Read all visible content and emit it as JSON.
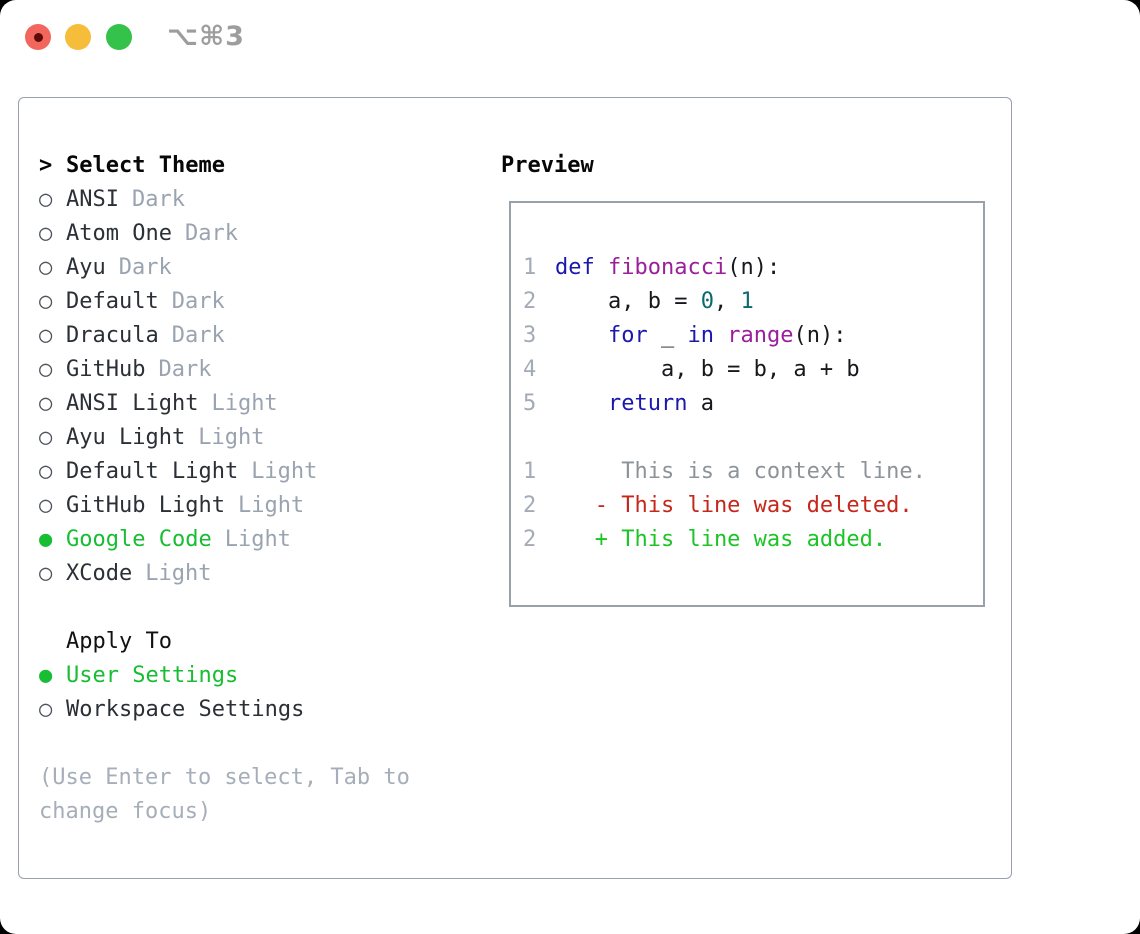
{
  "window": {
    "shortcut": "⌥⌘3"
  },
  "colors": {
    "selected_green": "#17bd32",
    "added_green": "#1cc426",
    "deleted_red": "#c5271b",
    "keyword_blue": "#1b18ae",
    "function_purple": "#9b1e9b",
    "literal_teal": "#0b6a6e",
    "muted_gray": "#9aa4b1",
    "border_gray": "#99a1ab",
    "traffic_red": "#f2665d",
    "traffic_yellow": "#f5bd39",
    "traffic_green": "#35c24b"
  },
  "theme_panel": {
    "title_prefix": ">",
    "title": "Select Theme",
    "items": [
      {
        "name": "ANSI",
        "variant": "Dark",
        "selected": false
      },
      {
        "name": "Atom One",
        "variant": "Dark",
        "selected": false
      },
      {
        "name": "Ayu",
        "variant": "Dark",
        "selected": false
      },
      {
        "name": "Default",
        "variant": "Dark",
        "selected": false
      },
      {
        "name": "Dracula",
        "variant": "Dark",
        "selected": false
      },
      {
        "name": "GitHub",
        "variant": "Dark",
        "selected": false
      },
      {
        "name": "ANSI Light",
        "variant": "Light",
        "selected": false
      },
      {
        "name": "Ayu Light",
        "variant": "Light",
        "selected": false
      },
      {
        "name": "Default Light",
        "variant": "Light",
        "selected": false
      },
      {
        "name": "GitHub Light",
        "variant": "Light",
        "selected": false
      },
      {
        "name": "Google Code",
        "variant": "Light",
        "selected": true
      },
      {
        "name": "XCode",
        "variant": "Light",
        "selected": false
      }
    ],
    "apply_to": {
      "title": "Apply To",
      "options": [
        {
          "label": "User Settings",
          "selected": true
        },
        {
          "label": "Workspace Settings",
          "selected": false
        }
      ]
    },
    "help_text": "(Use Enter to select, Tab to change focus)"
  },
  "preview": {
    "title": "Preview",
    "code_lines": [
      {
        "num": "1",
        "tokens": [
          {
            "t": "def",
            "c": "kwd"
          },
          {
            "t": " ",
            "c": "pln"
          },
          {
            "t": "fibonacci",
            "c": "typ"
          },
          {
            "t": "(n):",
            "c": "pln"
          }
        ]
      },
      {
        "num": "2",
        "tokens": [
          {
            "t": "    a, b = ",
            "c": "pln"
          },
          {
            "t": "0",
            "c": "lit"
          },
          {
            "t": ", ",
            "c": "pln"
          },
          {
            "t": "1",
            "c": "lit"
          }
        ]
      },
      {
        "num": "3",
        "tokens": [
          {
            "t": "    ",
            "c": "pln"
          },
          {
            "t": "for",
            "c": "kwd"
          },
          {
            "t": " _ ",
            "c": "pln"
          },
          {
            "t": "in",
            "c": "kwd"
          },
          {
            "t": " ",
            "c": "pln"
          },
          {
            "t": "range",
            "c": "typ"
          },
          {
            "t": "(n):",
            "c": "pln"
          }
        ]
      },
      {
        "num": "4",
        "tokens": [
          {
            "t": "        a, b = b, a + b",
            "c": "pln"
          }
        ]
      },
      {
        "num": "5",
        "tokens": [
          {
            "t": "    ",
            "c": "pln"
          },
          {
            "t": "return",
            "c": "kwd"
          },
          {
            "t": " a",
            "c": "pln"
          }
        ]
      }
    ],
    "diff_lines": [
      {
        "num": "1",
        "text": "     This is a context line.",
        "kind": "ctx"
      },
      {
        "num": "2",
        "text": "   - This line was deleted.",
        "kind": "del"
      },
      {
        "num": "2",
        "text": "   + This line was added.",
        "kind": "add"
      }
    ]
  }
}
